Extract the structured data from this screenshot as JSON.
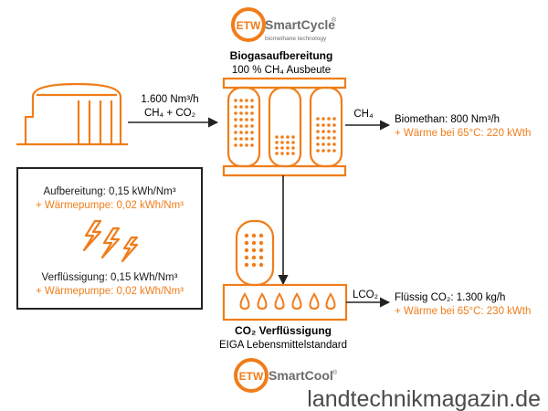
{
  "colors": {
    "accent": "#f07d1a",
    "ink": "#222222",
    "watermark": "#2a2a2a"
  },
  "logo_top": {
    "mark": "ETW",
    "brand": "SmartCycle",
    "reg": "®",
    "tagline": "biomethane technology"
  },
  "logo_bottom": {
    "mark": "ETW",
    "brand": "SmartCool",
    "reg": "®"
  },
  "inlet": {
    "flow": "1.600 Nm³/h",
    "composition_ch4": "CH₄ + CO₂"
  },
  "upgrading": {
    "title": "Biogasaufbereitung",
    "subtitle": "100 % CH₄ Ausbeute"
  },
  "ch4_outlet": {
    "label": "CH₄",
    "product": "Biomethan: 800 Nm³/h",
    "heat": "+ Wärme bei 65°C: 220 kWth"
  },
  "co2_outlet": {
    "label": "LCO₂",
    "product": "Flüssig CO₂: 1.300 kg/h",
    "heat": "+ Wärme bei 65°C: 230 kWth"
  },
  "liquefaction": {
    "title": "CO₂ Verflüssigung",
    "subtitle": "EIGA Lebensmittelstandard"
  },
  "energy_box": {
    "upgrading": "Aufbereitung: 0,15 kWh/Nm³",
    "upgrading_pump": "+ Wärmepumpe: 0,02 kWh/Nm³",
    "liquefaction": "Verflüssigung: 0,15 kWh/Nm³",
    "liquefaction_pump": "+ Wärmepumpe: 0,02 kWh/Nm³",
    "icon": "lightning-icon"
  },
  "watermark": "landtechnikmagazin.de"
}
